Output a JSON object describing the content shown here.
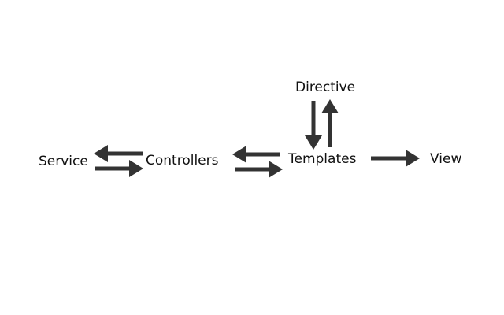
{
  "diagram": {
    "nodes": {
      "service": "Service",
      "controllers": "Controllers",
      "templates": "Templates",
      "directive": "Directive",
      "view": "View"
    },
    "edges": [
      {
        "from": "Controllers",
        "to": "Service"
      },
      {
        "from": "Service",
        "to": "Controllers"
      },
      {
        "from": "Templates",
        "to": "Controllers"
      },
      {
        "from": "Controllers",
        "to": "Templates"
      },
      {
        "from": "Directive",
        "to": "Templates"
      },
      {
        "from": "Templates",
        "to": "Directive"
      },
      {
        "from": "Templates",
        "to": "View"
      }
    ],
    "colors": {
      "arrow": "#333333",
      "text": "#111111",
      "background": "#ffffff"
    }
  }
}
